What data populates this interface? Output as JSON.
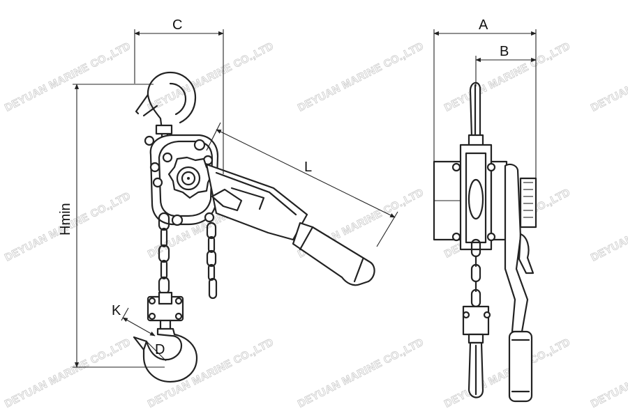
{
  "dimensions": {
    "a": "A",
    "b": "B",
    "c": "C",
    "l": "L",
    "hmin": "Hmin",
    "k": "K",
    "d": "D"
  },
  "watermark": {
    "text": "DEYUAN MARINE CO.,LTD"
  },
  "colors": {
    "line": "#222222",
    "watermark": "#c9c9c9",
    "background": "#ffffff"
  }
}
